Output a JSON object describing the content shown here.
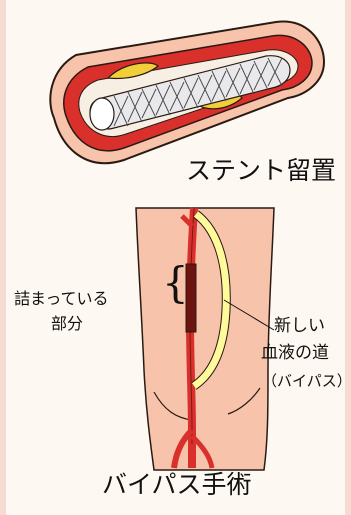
{
  "captions": {
    "stent": "ステント留置",
    "bypass": "バイパス手術"
  },
  "labels": {
    "blocked_line1": "詰まっている",
    "blocked_line2": "部分",
    "new_vessel_line1": "新しい",
    "new_vessel_line2": "血液の道",
    "new_vessel_line3": "（バイパス）"
  },
  "colors": {
    "frame": "#f6dcd0",
    "skin": "#f8c3ab",
    "artery_red": "#d9302c",
    "artery_dark": "#8a1e1a",
    "bypass_yellow": "#fffa9a",
    "plaque_yellow": "#f1cf3a"
  }
}
